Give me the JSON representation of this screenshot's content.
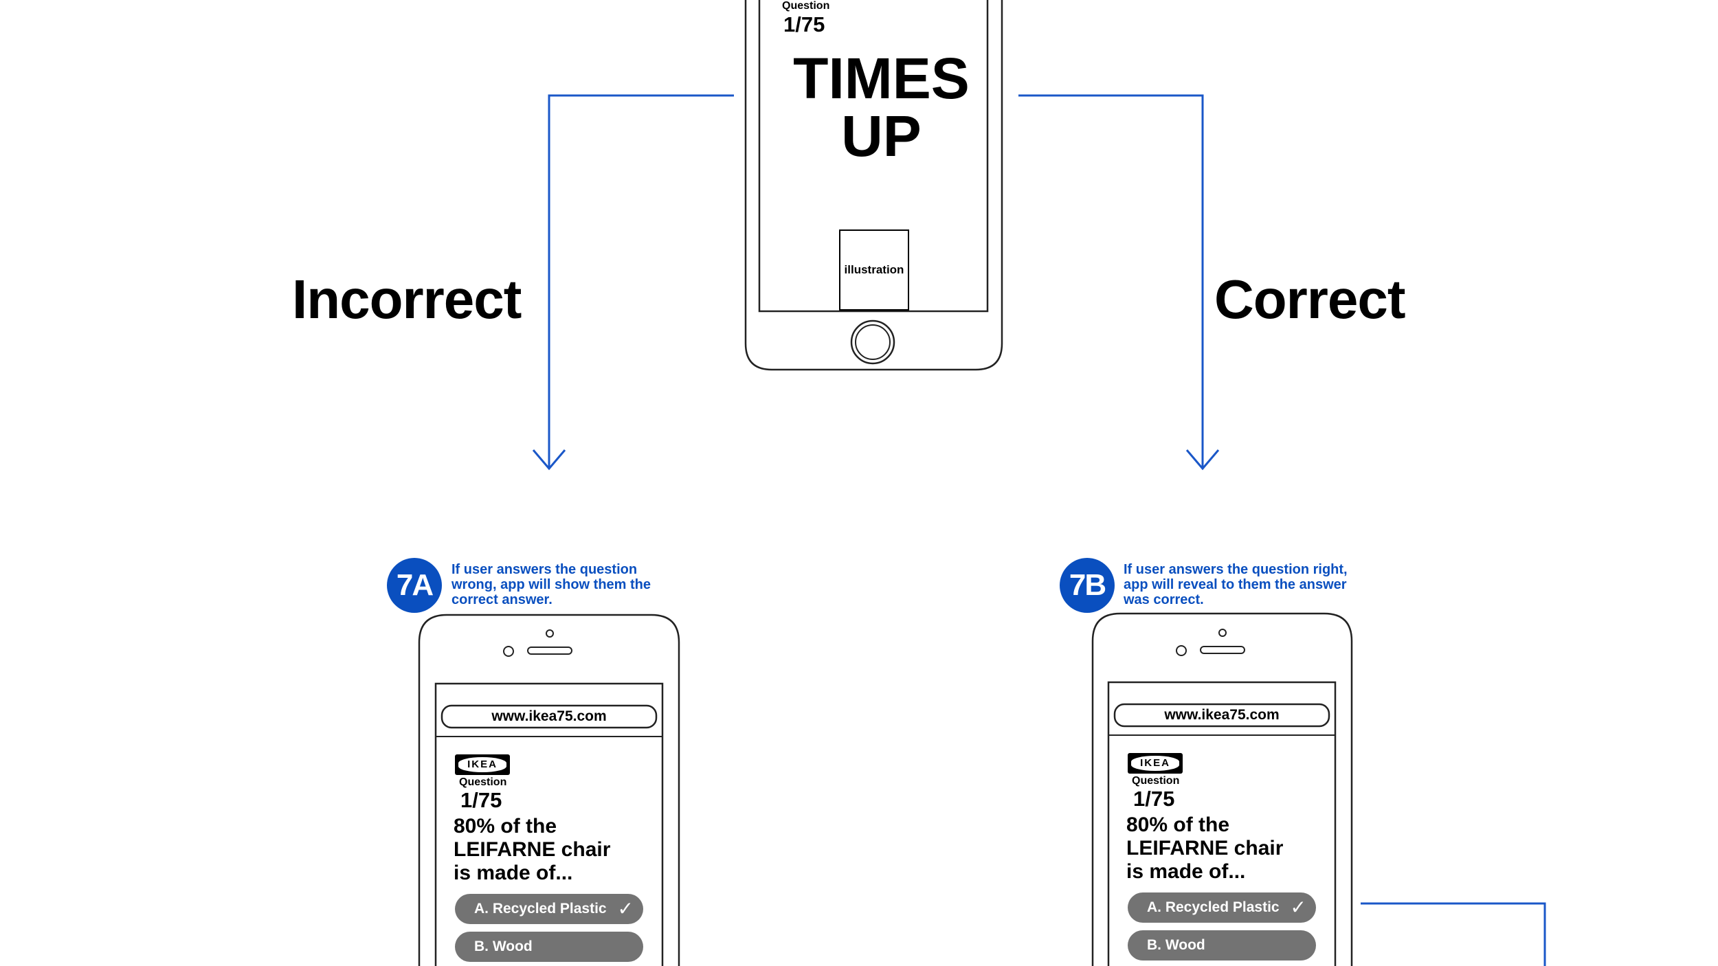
{
  "top_phone": {
    "question_label": "Question",
    "question_number": "1/75",
    "headline_line1": "TIMES",
    "headline_line2": "UP",
    "illustration_label": "illustration"
  },
  "branches": {
    "incorrect_label": "Incorrect",
    "correct_label": "Correct"
  },
  "screens": [
    {
      "badge": "7A",
      "note": "If user answers the question wrong, app will show them the correct answer.",
      "url": "www.ikea75.com",
      "logo": "IKEA",
      "question_label": "Question",
      "question_number": "1/75",
      "question_text": "80% of the LEIFARNE chair is made of...",
      "options": [
        {
          "label": "A. Recycled Plastic",
          "check": "✓"
        },
        {
          "label": "B. Wood"
        }
      ]
    },
    {
      "badge": "7B",
      "note": "If user answers the question right, app will reveal to them the answer was correct.",
      "url": "www.ikea75.com",
      "logo": "IKEA",
      "question_label": "Question",
      "question_number": "1/75",
      "question_text": "80% of the LEIFARNE chair is made of...",
      "options": [
        {
          "label": "A. Recycled Plastic",
          "check": "✓"
        },
        {
          "label": "B. Wood"
        }
      ]
    }
  ],
  "colors": {
    "connector": "#1a57c8",
    "badge": "#0a4fbf",
    "option_fill": "#737373"
  }
}
